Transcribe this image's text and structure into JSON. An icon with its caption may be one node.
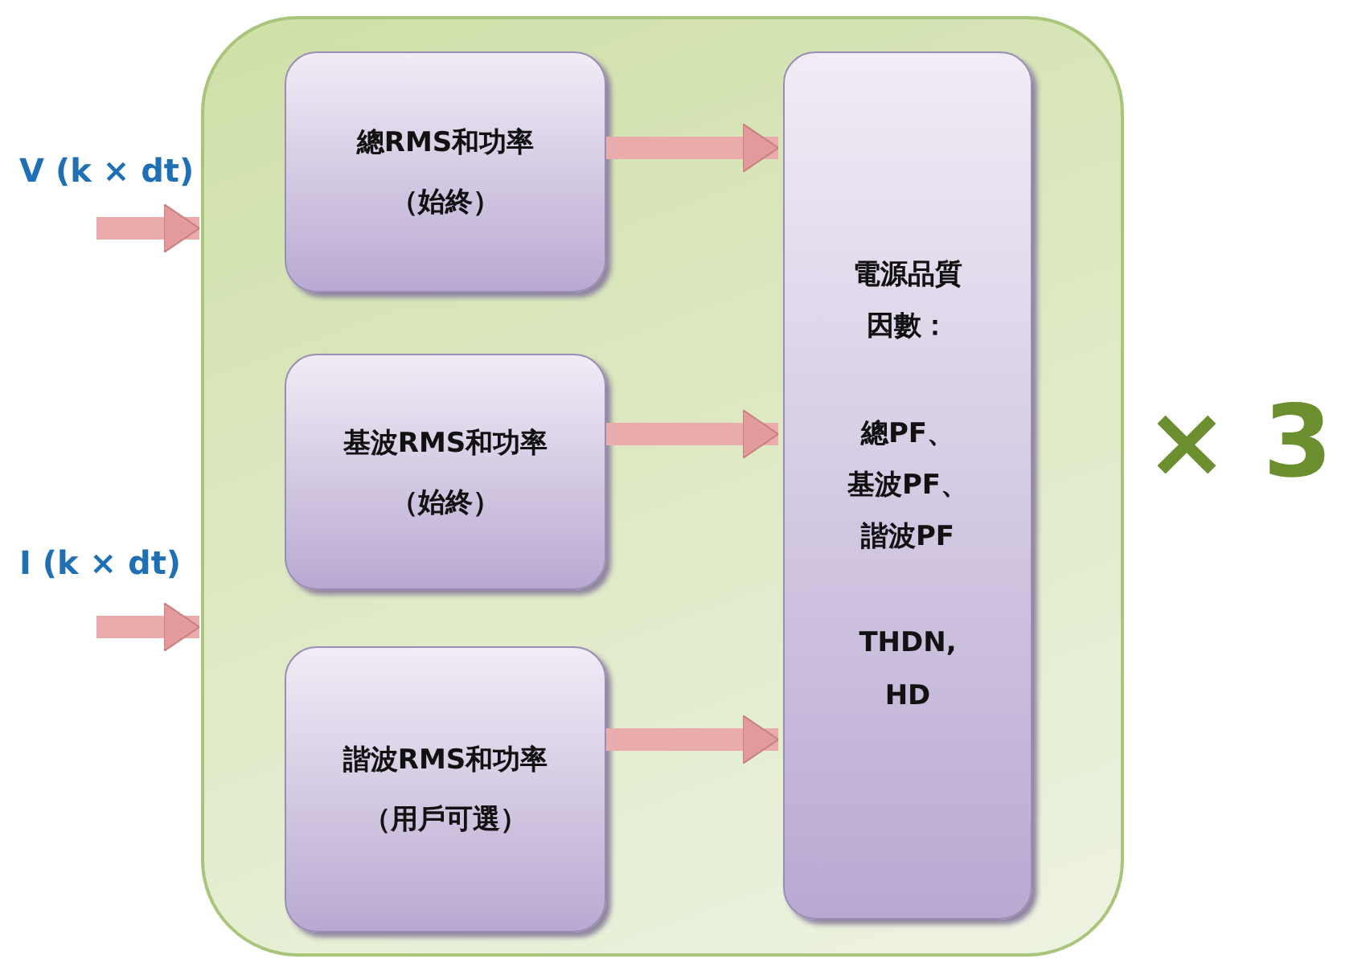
{
  "diagram": {
    "nodes": [
      {
        "text": [],
        "shape": "box"
      },
      {
        "text": [
          "總RMS和功率",
          "（始終）"
        ],
        "in": 0
      },
      {
        "text": [
          "基波RMS和功率",
          "（始終）"
        ],
        "in": 0
      },
      {
        "text": [
          "諧波RMS和功率",
          "（用戶可選）"
        ],
        "in": 0
      },
      {
        "text": [
          "電源品質因數：",
          "總PF、基波PF、諧波PF",
          "THDN, HD"
        ],
        "in": 0
      }
    ],
    "edges": [
      {
        "from": null,
        "to": 0,
        "arrow": "to"
      },
      {
        "from": null,
        "to": 0,
        "arrow": "to"
      },
      {
        "from": 1,
        "to": 4,
        "arrow": "to"
      },
      {
        "from": 2,
        "to": 4,
        "arrow": "to"
      },
      {
        "from": 3,
        "to": 4,
        "arrow": "to"
      }
    ],
    "labels": [
      "V (k × dt)",
      "I (k × dt)",
      "× 3"
    ]
  }
}
